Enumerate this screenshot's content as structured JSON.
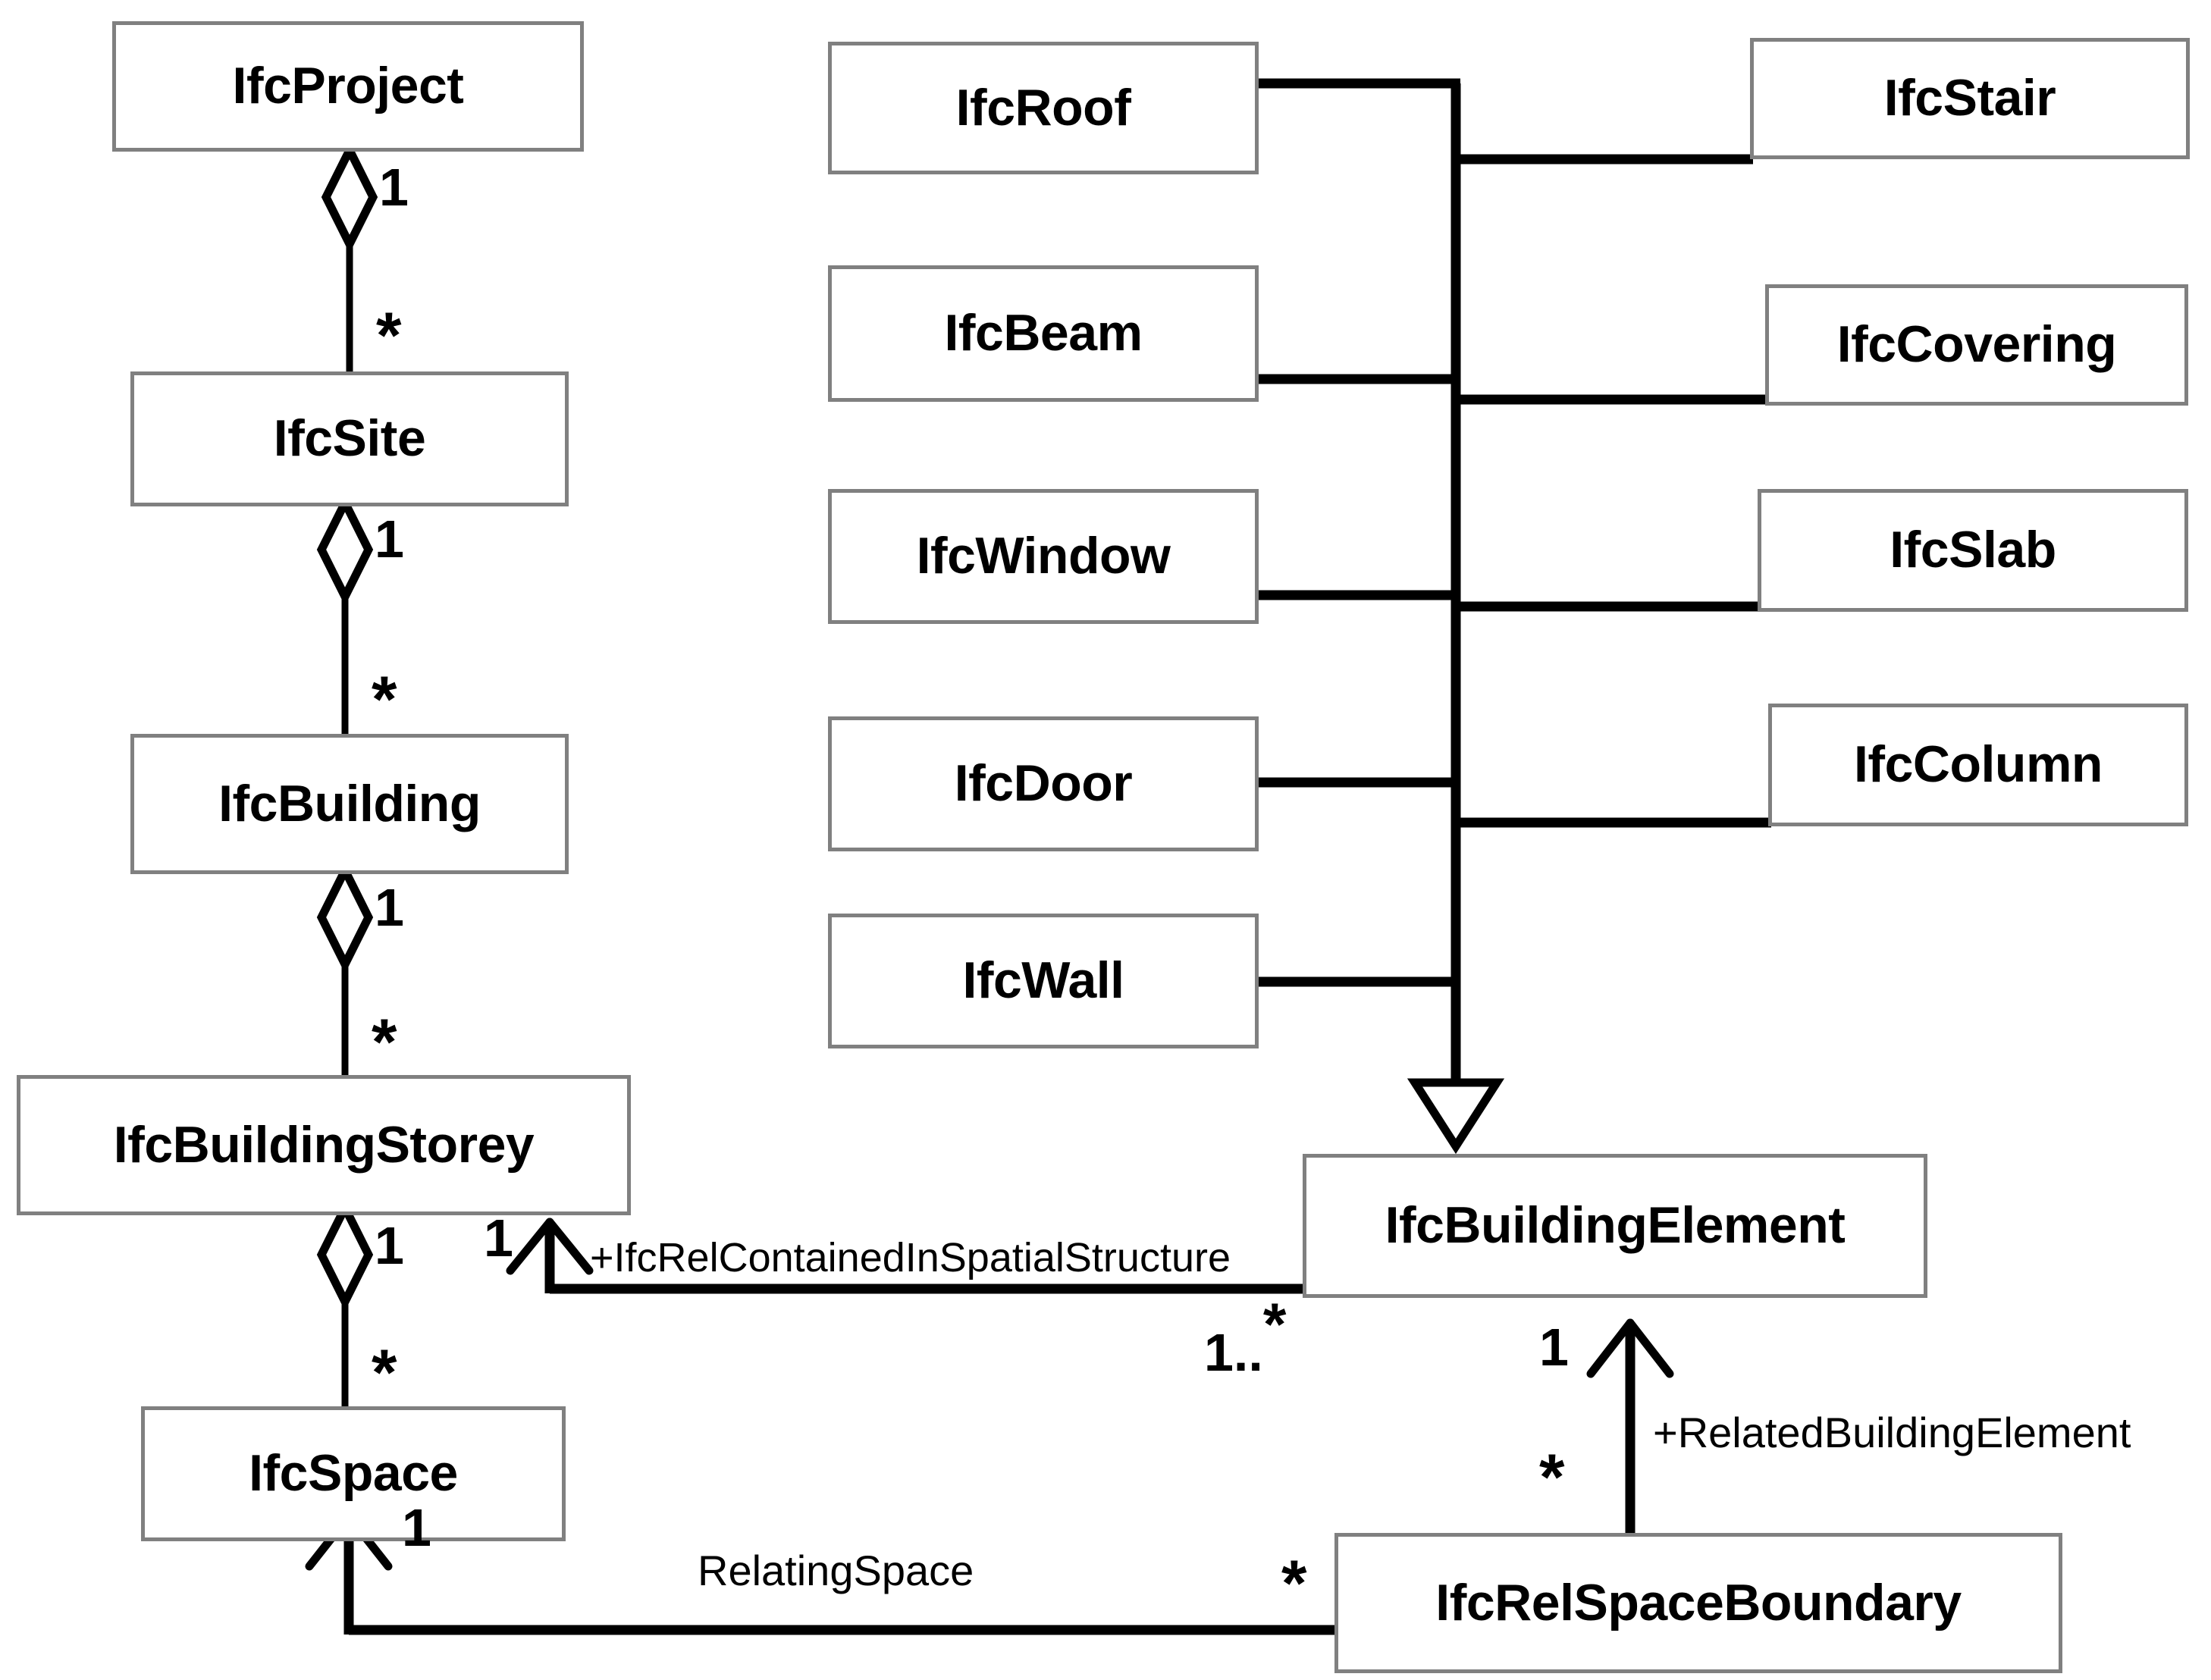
{
  "diagram": {
    "title": "IFC Spatial Structure and Building Element UML Class Diagram",
    "border_color": "#808080",
    "line_color": "#000000",
    "background": "#ffffff"
  },
  "classes": {
    "ifc_project": "IfcProject",
    "ifc_site": "IfcSite",
    "ifc_building": "IfcBuilding",
    "ifc_building_storey": "IfcBuildingStorey",
    "ifc_space": "IfcSpace",
    "ifc_roof": "IfcRoof",
    "ifc_beam": "IfcBeam",
    "ifc_window": "IfcWindow",
    "ifc_door": "IfcDoor",
    "ifc_wall": "IfcWall",
    "ifc_stair": "IfcStair",
    "ifc_covering": "IfcCovering",
    "ifc_slab": "IfcSlab",
    "ifc_column": "IfcColumn",
    "ifc_building_element": "IfcBuildingElement",
    "ifc_rel_space_boundary": "IfcRelSpaceBoundary"
  },
  "multiplicities": {
    "project_site_one": "1",
    "project_site_many": "*",
    "site_building_one": "1",
    "site_building_many": "*",
    "building_storey_one": "1",
    "building_storey_many": "*",
    "storey_space_one": "1",
    "storey_space_many": "*",
    "storey_contained_one": "1",
    "element_contained_range_base": "1..",
    "element_contained_range_star": "*",
    "element_related_one": "1",
    "boundary_related_many": "*",
    "space_relating_one": "1",
    "boundary_relating_many": "*"
  },
  "association_labels": {
    "rel_contained_in_spatial_structure": "+IfcRelContainedInSpatialStructure",
    "related_building_element": "+RelatedBuildingElement",
    "relating_space": "RelatingSpace"
  }
}
